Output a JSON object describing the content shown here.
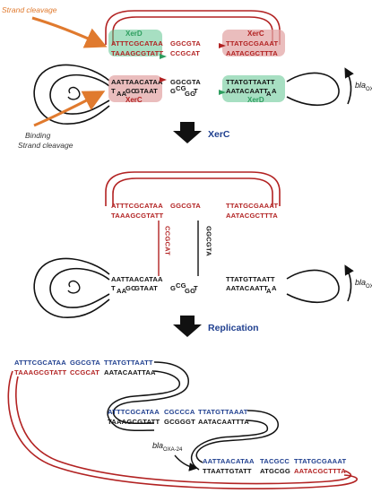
{
  "colors": {
    "red": "#b22222",
    "blue": "#1f3f8f",
    "black": "#111111",
    "green": "#2e9e5f",
    "orange": "#e07a2e",
    "xerd_box": "#5fc48f",
    "xerc_box": "#e3a7a7"
  },
  "labels": {
    "strand_cleavage_top": "Strand cleavage",
    "binding": "Binding",
    "strand_cleavage_bottom": "Strand cleavage",
    "xerd_top": "XerD",
    "xerc_top": "XerC",
    "xerc_bottom": "XerC",
    "xerd_bottom": "XerD",
    "step_xerc": "XerC",
    "step_replication": "Replication",
    "gene_main": "bla",
    "gene_sub": "OXA-24"
  },
  "panel1": {
    "top_left_upper": "ATTTCGCATAA",
    "top_mid_upper": "GGCGTA",
    "top_right_upper": "TTATGCGAAAT",
    "top_left_lower": "TAAAGCGTATT",
    "top_mid_lower": "CCGCAT",
    "top_right_lower": "AATACGCTTTA",
    "bot_left_upper": "AATTAACATAA",
    "bot_mid_upper": "GGCGTA",
    "bot_right_upper": "TTATGTTAATT",
    "bot_left_lower_a": "T",
    "bot_left_lower_b": "AA",
    "bot_left_lower_c": "GC",
    "bot_left_lower_d": "GTAAT",
    "bot_mid_lower_a": "G",
    "bot_mid_lower_b": "CG",
    "bot_mid_lower_c": "GG",
    "bot_mid_lower_d": "T",
    "bot_right_lower_a": "AATACAATT",
    "bot_right_lower_b": "A",
    "bot_right_lower_c": "A"
  },
  "panel2": {
    "top_left_upper": "ATTTCGCATAA",
    "top_mid_upper": "GGCGTA",
    "top_right_upper": "TTATGCGAAAT",
    "top_left_lower": "TAAAGCGTATT",
    "top_right_lower": "AATACGCTTTA",
    "vert_red": "CCGCAT",
    "vert_black": "GGCGTA",
    "bot_left_upper": "AATTAACATAA",
    "bot_right_upper": "TTATGTTAATT",
    "bot_left_lower_a": "T",
    "bot_left_lower_b": "AA",
    "bot_left_lower_c": "GC",
    "bot_left_lower_d": "GTAAT",
    "bot_mid_lower_a": "G",
    "bot_mid_lower_b": "CG",
    "bot_mid_lower_c": "GG",
    "bot_mid_lower_d": "T",
    "bot_right_lower_a": "AATACAATT",
    "bot_right_lower_b": "A",
    "bot_right_lower_c": "A"
  },
  "panel3": {
    "r1_upper_a": "ATTTCGCATAA",
    "r1_upper_b": "GGCGTA",
    "r1_upper_c": "TTATGTTAATT",
    "r1_lower_a": "TAAAGCGTATT",
    "r1_lower_b": "CCGCAT",
    "r1_lower_c": "AATACAATTAA",
    "r2_upper_a": "ATTTCGCATAA",
    "r2_upper_b": "CGCCCA",
    "r2_upper_c": "TTATGTTAAAT",
    "r2_lower_a": "TAAAGCGTATT",
    "r2_lower_b": "GCGGGT",
    "r2_lower_c": "AATACAATTTA",
    "r3_upper_a": "AATTAACATAA",
    "r3_upper_b": "TACGCC",
    "r3_upper_c": "TTATGCGAAAT",
    "r3_lower_a": "TTAATTGTATT",
    "r3_lower_b": "ATGCGG",
    "r3_lower_c": "AATACGCTTTA"
  }
}
